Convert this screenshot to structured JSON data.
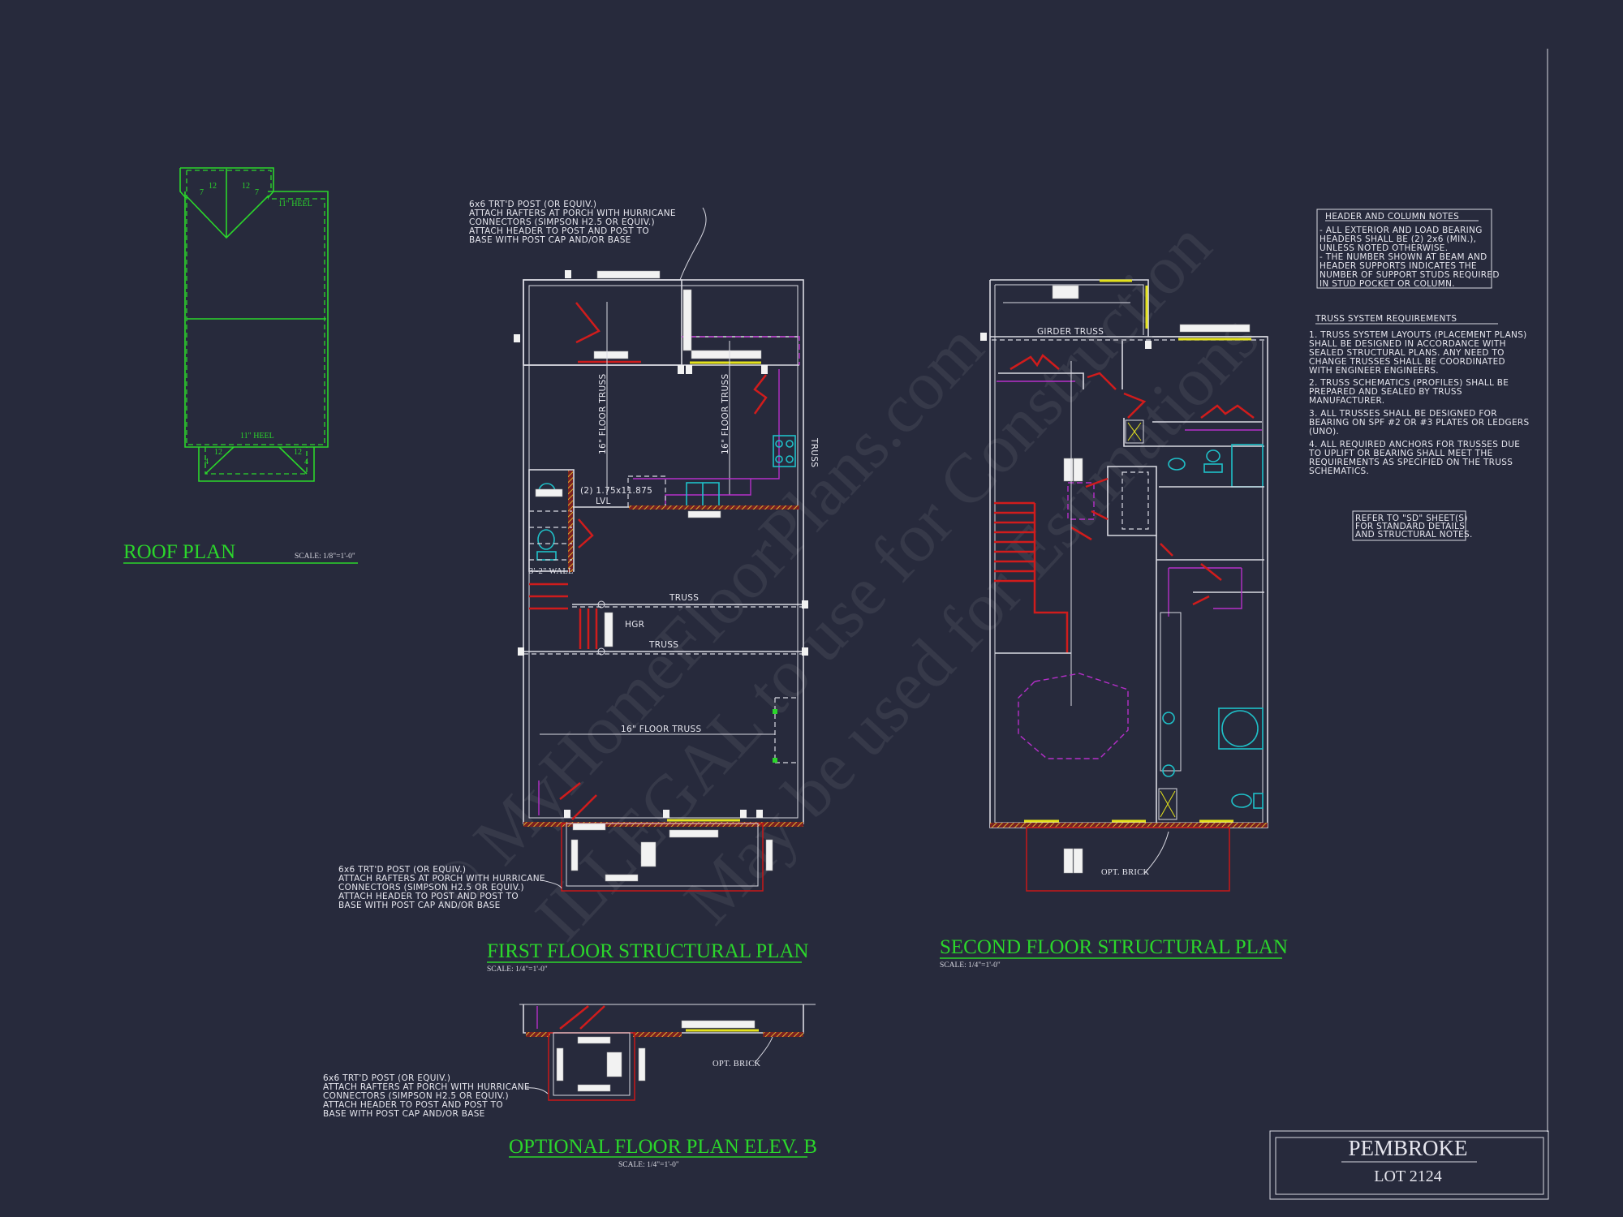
{
  "colors": {
    "background": "#272a3c",
    "title_green": "#2bd62b",
    "wall": "#d9d9e2",
    "door_red": "#d01c1c",
    "fixture_cyan": "#1fc0c8",
    "cabinet_magenta": "#b52fc9",
    "window_yellow": "#e4e21c"
  },
  "watermark": {
    "line1": "© MyHomeFloorPlans.com",
    "line2": "ILLEGAL to use for Construction",
    "line3": "May be used for Estimations"
  },
  "roof_plan": {
    "title": "ROOF PLAN",
    "scale": "SCALE: 1/8\"=1'-0\"",
    "heel_top": "11\" HEEL",
    "heel_bottom": "11\" HEEL",
    "pitch_run": "12",
    "pitch_rise_main": "7",
    "pitch_rise_porch": "4"
  },
  "first_floor": {
    "title": "FIRST FLOOR STRUCTURAL PLAN",
    "scale": "SCALE: 1/4\"=1'-0\"",
    "labels": {
      "floor_truss_1": "16\" FLOOR TRUSS",
      "floor_truss_2": "16\" FLOOR TRUSS",
      "floor_truss_3": "16\" FLOOR TRUSS",
      "truss_right": "TRUSS",
      "truss_1": "TRUSS",
      "truss_2": "TRUSS",
      "lvl_1": "(2) 1.75x11.875",
      "lvl_2": "LVL",
      "wall": "3'-2\" WALL",
      "hgr": "HGR"
    },
    "note_top": [
      "6x6 TRT'D POST (OR EQUIV.)",
      "ATTACH RAFTERS AT PORCH WITH HURRICANE",
      "CONNECTORS (SIMPSON H2.5 OR EQUIV.)",
      "ATTACH HEADER TO POST AND POST TO",
      "BASE WITH POST CAP AND/OR BASE"
    ],
    "note_bottom": [
      "6x6 TRT'D POST (OR EQUIV.)",
      "ATTACH RAFTERS AT PORCH WITH HURRICANE",
      "CONNECTORS (SIMPSON H2.5 OR EQUIV.)",
      "ATTACH HEADER TO POST AND POST TO",
      "BASE WITH POST CAP AND/OR BASE"
    ]
  },
  "second_floor": {
    "title": "SECOND FLOOR STRUCTURAL PLAN",
    "scale": "SCALE: 1/4\"=1'-0\"",
    "girder_truss": "GIRDER TRUSS",
    "opt_brick": "OPT. BRICK"
  },
  "optional_plan": {
    "title": "OPTIONAL FLOOR PLAN ELEV. B",
    "scale": "SCALE: 1/4\"=1'-0\"",
    "opt_brick": "OPT. BRICK",
    "note": [
      "6x6 TRT'D POST (OR EQUIV.)",
      "ATTACH RAFTERS AT PORCH WITH HURRICANE",
      "CONNECTORS (SIMPSON H2.5 OR EQUIV.)",
      "ATTACH HEADER TO POST AND POST TO",
      "BASE WITH POST CAP AND/OR BASE"
    ]
  },
  "header_column_notes": {
    "title": "HEADER AND COLUMN NOTES",
    "lines": [
      "- ALL EXTERIOR AND LOAD BEARING",
      "HEADERS SHALL BE (2) 2x6 (MIN.),",
      "UNLESS NOTED OTHERWISE.",
      "- THE NUMBER SHOWN AT BEAM AND",
      "HEADER SUPPORTS INDICATES THE",
      "NUMBER OF SUPPORT STUDS REQUIRED",
      "IN STUD POCKET OR COLUMN."
    ]
  },
  "truss_requirements": {
    "title": "TRUSS SYSTEM REQUIREMENTS",
    "items": [
      [
        "1. TRUSS SYSTEM LAYOUTS (PLACEMENT PLANS)",
        "SHALL BE DESIGNED IN ACCORDANCE WITH",
        "SEALED STRUCTURAL PLANS. ANY NEED TO",
        "CHANGE TRUSSES SHALL BE COORDINATED",
        "WITH ENGINEER ENGINEERS."
      ],
      [
        "2. TRUSS SCHEMATICS (PROFILES) SHALL BE",
        "PREPARED AND SEALED BY TRUSS",
        "MANUFACTURER."
      ],
      [
        "3. ALL TRUSSES SHALL BE DESIGNED FOR",
        "BEARING ON SPF #2 OR #3 PLATES OR LEDGERS",
        "(UNO)."
      ],
      [
        "4. ALL REQUIRED ANCHORS FOR TRUSSES DUE",
        "TO UPLIFT OR BEARING SHALL MEET THE",
        "REQUIREMENTS AS SPECIFIED ON THE TRUSS",
        "SCHEMATICS."
      ]
    ]
  },
  "refer_note": [
    "REFER TO \"SD\" SHEET(S)",
    "FOR STANDARD DETAILS",
    "AND STRUCTURAL NOTES."
  ],
  "title_block": {
    "name": "PEMBROKE",
    "lot": "LOT 2124"
  }
}
